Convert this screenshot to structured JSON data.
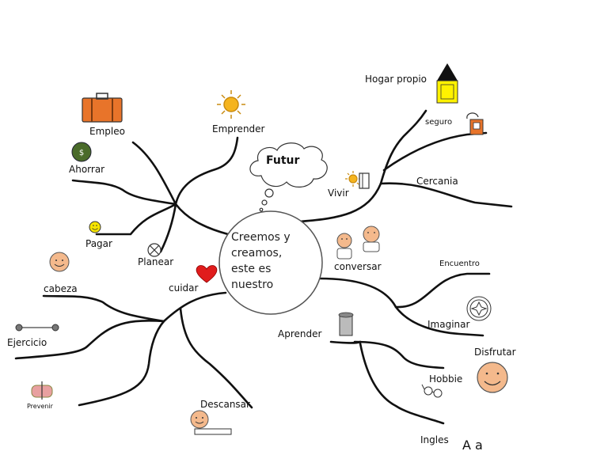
{
  "center": {
    "lines": [
      "Creemos y",
      "creamos,",
      "este es",
      "nuestro"
    ]
  },
  "cloud": {
    "label": "Futur"
  },
  "branches": {
    "empleo": "Empleo",
    "emprender": "Emprender",
    "ahorrar": "Ahorrar",
    "pagar": "Pagar",
    "planear": "Planear",
    "hogar_propio": "Hogar propio",
    "seguro": "seguro",
    "vivir": "Vivir",
    "cercania": "Cercania",
    "conversar": "conversar",
    "encuentro": "Encuentro",
    "imaginar": "Imaginar",
    "disfrutar": "Disfrutar",
    "aprender": "Aprender",
    "hobbie": "Hobbie",
    "ingles": "Ingles",
    "ingles_icon_text": "A a",
    "cuidar": "cuidar",
    "cabeza": "cabeza",
    "ejercicio": "Ejercicio",
    "prevenir": "Prevenir",
    "descansar": "Descansar"
  },
  "icons": {
    "money_symbol": "$"
  },
  "colors": {
    "briefcase": "#e8742a",
    "sun": "#f5b41e",
    "money_bag": "#4a6b2a",
    "heart": "#e01c1c",
    "face": "#f4b98c",
    "house": "#fff200",
    "roof": "#111111"
  }
}
